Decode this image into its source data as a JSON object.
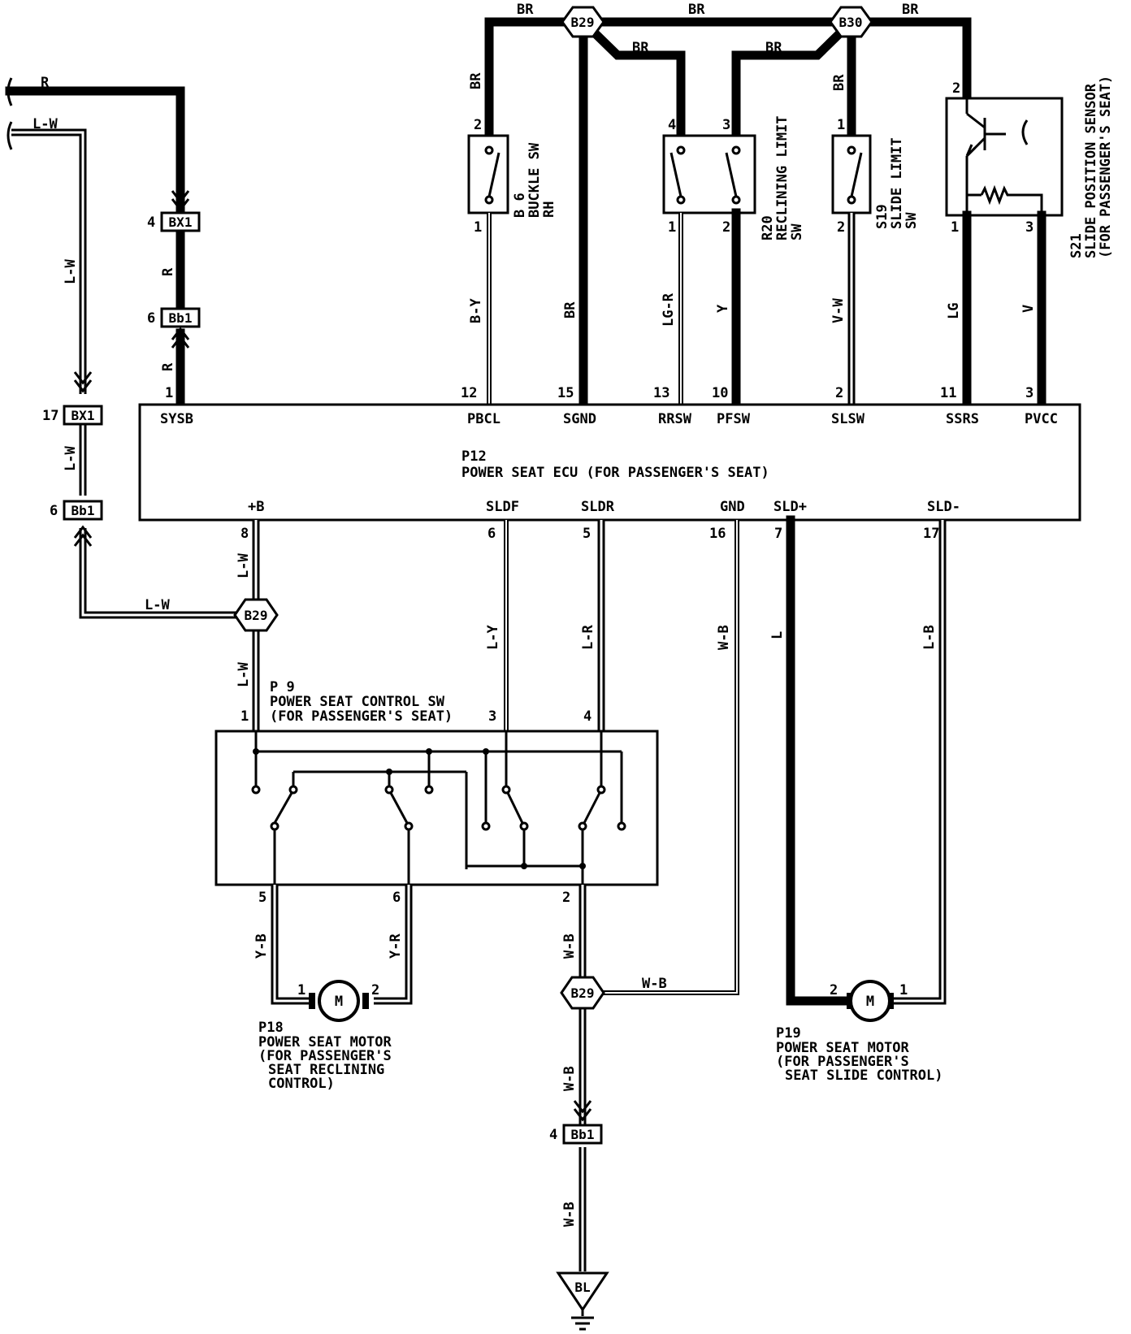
{
  "ecu": {
    "id": "P12",
    "name": "POWER SEAT ECU (FOR PASSENGER'S SEAT)",
    "top_terminals": [
      {
        "pin": "1",
        "signal": "SYSB"
      },
      {
        "pin": "12",
        "signal": "PBCL"
      },
      {
        "pin": "15",
        "signal": "SGND"
      },
      {
        "pin": "13",
        "signal": "RRSW"
      },
      {
        "pin": "10",
        "signal": "PFSW"
      },
      {
        "pin": "2",
        "signal": "SLSW"
      },
      {
        "pin": "11",
        "signal": "SSRS"
      },
      {
        "pin": "3",
        "signal": "PVCC"
      }
    ],
    "bottom_terminals": [
      {
        "pin": "8",
        "signal": "+B"
      },
      {
        "pin": "6",
        "signal": "SLDF"
      },
      {
        "pin": "5",
        "signal": "SLDR"
      },
      {
        "pin": "16",
        "signal": "GND"
      },
      {
        "pin": "7",
        "signal": "SLD+"
      },
      {
        "pin": "17",
        "signal": "SLD-"
      }
    ]
  },
  "junctions": {
    "b29": "B29",
    "b30": "B30"
  },
  "connectors": {
    "bx1": "BX1",
    "bb1": "Bb1"
  },
  "ground": "BL",
  "wires": {
    "br": "BR",
    "r": "R",
    "lw": "L-W",
    "by": "B-Y",
    "lgr": "LG-R",
    "y": "Y",
    "vw": "V-W",
    "lg": "LG",
    "v": "V",
    "ly": "L-Y",
    "lr": "L-R",
    "wb": "W-B",
    "l": "L",
    "lb": "L-B",
    "yb": "Y-B",
    "yr": "Y-R"
  },
  "pins": {
    "p4": "4",
    "p6": "6",
    "p1": "1",
    "p2": "2",
    "p3": "3",
    "p5": "5",
    "p17": "17"
  },
  "components": {
    "b6": {
      "id": "B 6",
      "line1": "BUCKLE SW",
      "line2": "RH"
    },
    "r20": {
      "id": "R20",
      "line1": "RECLINING LIMIT",
      "line2": "SW"
    },
    "s19": {
      "id": "S19",
      "line1": "SLIDE LIMIT",
      "line2": "SW"
    },
    "s21": {
      "id": "S21",
      "line1": "SLIDE POSITION SENSOR",
      "line2": "(FOR PASSENGER'S SEAT)"
    },
    "p9": {
      "id": "P 9",
      "line1": "POWER SEAT CONTROL SW",
      "line2": "(FOR PASSENGER'S SEAT)"
    },
    "p18": {
      "id": "P18",
      "line1": "POWER SEAT MOTOR",
      "line2": "(FOR PASSENGER'S",
      "line3": "SEAT RECLINING",
      "line4": "CONTROL)"
    },
    "p19": {
      "id": "P19",
      "line1": "POWER SEAT MOTOR",
      "line2": "(FOR PASSENGER'S",
      "line3": "SEAT SLIDE CONTROL)"
    }
  },
  "motor_symbol": "M"
}
